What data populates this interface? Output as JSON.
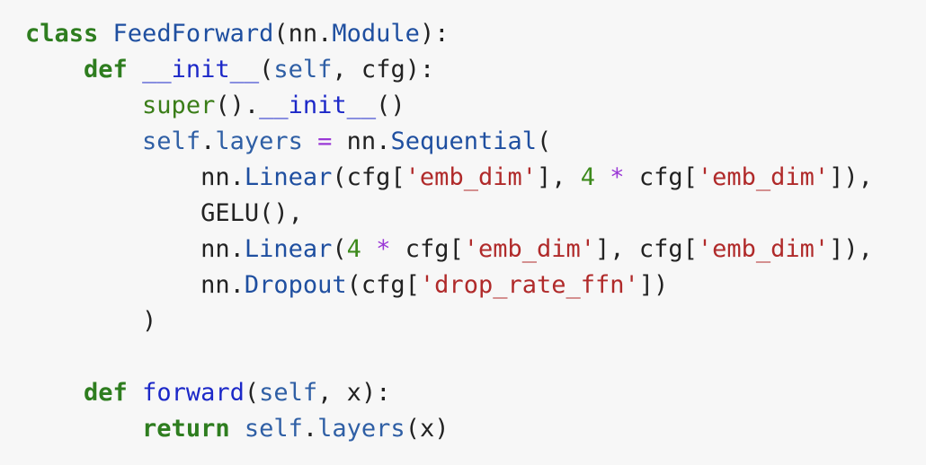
{
  "code": {
    "lines": [
      [
        {
          "t": "class",
          "k": "kw"
        },
        {
          "t": " ",
          "k": "plain"
        },
        {
          "t": "FeedForward",
          "k": "name"
        },
        {
          "t": "(nn.",
          "k": "plain"
        },
        {
          "t": "Module",
          "k": "name"
        },
        {
          "t": "):",
          "k": "plain"
        }
      ],
      [
        {
          "t": "    ",
          "k": "plain"
        },
        {
          "t": "def",
          "k": "kw"
        },
        {
          "t": " ",
          "k": "plain"
        },
        {
          "t": "__init__",
          "k": "fn"
        },
        {
          "t": "(",
          "k": "plain"
        },
        {
          "t": "self",
          "k": "self"
        },
        {
          "t": ", cfg):",
          "k": "plain"
        }
      ],
      [
        {
          "t": "        ",
          "k": "plain"
        },
        {
          "t": "super",
          "k": "builtin"
        },
        {
          "t": "().",
          "k": "plain"
        },
        {
          "t": "__init__",
          "k": "fn"
        },
        {
          "t": "()",
          "k": "plain"
        }
      ],
      [
        {
          "t": "        ",
          "k": "plain"
        },
        {
          "t": "self",
          "k": "self"
        },
        {
          "t": ".",
          "k": "plain"
        },
        {
          "t": "layers",
          "k": "self"
        },
        {
          "t": " ",
          "k": "plain"
        },
        {
          "t": "=",
          "k": "op"
        },
        {
          "t": " nn.",
          "k": "plain"
        },
        {
          "t": "Sequential",
          "k": "name"
        },
        {
          "t": "(",
          "k": "plain"
        }
      ],
      [
        {
          "t": "            nn.",
          "k": "plain"
        },
        {
          "t": "Linear",
          "k": "name"
        },
        {
          "t": "(cfg[",
          "k": "plain"
        },
        {
          "t": "'emb_dim'",
          "k": "str"
        },
        {
          "t": "], ",
          "k": "plain"
        },
        {
          "t": "4",
          "k": "num"
        },
        {
          "t": " ",
          "k": "plain"
        },
        {
          "t": "*",
          "k": "op"
        },
        {
          "t": " cfg[",
          "k": "plain"
        },
        {
          "t": "'emb_dim'",
          "k": "str"
        },
        {
          "t": "]),",
          "k": "plain"
        }
      ],
      [
        {
          "t": "            GELU(),",
          "k": "plain"
        }
      ],
      [
        {
          "t": "            nn.",
          "k": "plain"
        },
        {
          "t": "Linear",
          "k": "name"
        },
        {
          "t": "(",
          "k": "plain"
        },
        {
          "t": "4",
          "k": "num"
        },
        {
          "t": " ",
          "k": "plain"
        },
        {
          "t": "*",
          "k": "op"
        },
        {
          "t": " cfg[",
          "k": "plain"
        },
        {
          "t": "'emb_dim'",
          "k": "str"
        },
        {
          "t": "], cfg[",
          "k": "plain"
        },
        {
          "t": "'emb_dim'",
          "k": "str"
        },
        {
          "t": "]),",
          "k": "plain"
        }
      ],
      [
        {
          "t": "            nn.",
          "k": "plain"
        },
        {
          "t": "Dropout",
          "k": "name"
        },
        {
          "t": "(cfg[",
          "k": "plain"
        },
        {
          "t": "'drop_rate_ffn'",
          "k": "str"
        },
        {
          "t": "])",
          "k": "plain"
        }
      ],
      [
        {
          "t": "        )",
          "k": "plain"
        }
      ],
      [
        {
          "t": "",
          "k": "plain"
        }
      ],
      [
        {
          "t": "    ",
          "k": "plain"
        },
        {
          "t": "def",
          "k": "kw"
        },
        {
          "t": " ",
          "k": "plain"
        },
        {
          "t": "forward",
          "k": "fn"
        },
        {
          "t": "(",
          "k": "plain"
        },
        {
          "t": "self",
          "k": "self"
        },
        {
          "t": ", x):",
          "k": "plain"
        }
      ],
      [
        {
          "t": "        ",
          "k": "plain"
        },
        {
          "t": "return",
          "k": "kw"
        },
        {
          "t": " ",
          "k": "plain"
        },
        {
          "t": "self",
          "k": "self"
        },
        {
          "t": ".",
          "k": "plain"
        },
        {
          "t": "layers",
          "k": "self"
        },
        {
          "t": "(x)",
          "k": "plain"
        }
      ]
    ]
  }
}
